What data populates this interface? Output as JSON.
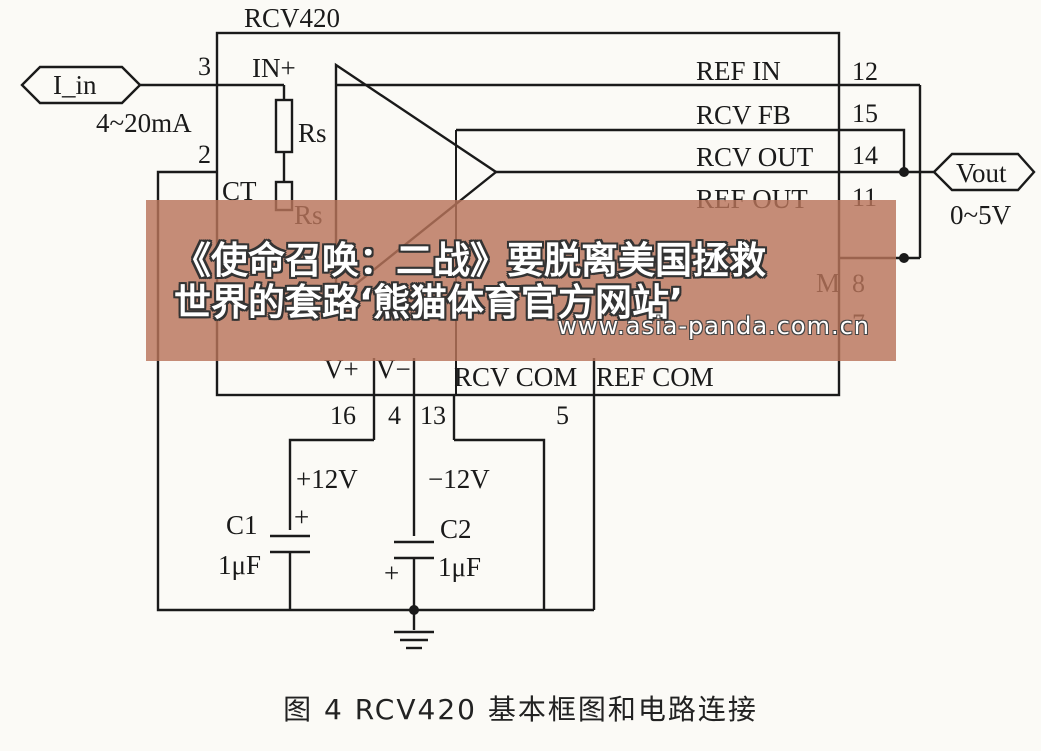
{
  "chip": {
    "name": "RCV420",
    "pins_left": [
      {
        "num": "3",
        "label": "IN+"
      },
      {
        "num": "2",
        "label": ""
      }
    ],
    "labels_inner": {
      "rs_top": "Rs",
      "ct": "CT",
      "rs_bottom": "Rs"
    },
    "pins_right": [
      {
        "num": "12",
        "label": "REF IN"
      },
      {
        "num": "15",
        "label": "RCV FB"
      },
      {
        "num": "14",
        "label": "RCV OUT"
      },
      {
        "num": "11",
        "label": "REF OUT"
      },
      {
        "num": "8",
        "label": "M"
      },
      {
        "num": "7",
        "label": ""
      }
    ],
    "pins_bottom": [
      {
        "num": "16",
        "label": "V+"
      },
      {
        "num": "4",
        "label": "V−"
      },
      {
        "num": "13",
        "label": "RCV  COM"
      },
      {
        "num": "5",
        "label": "REF  COM"
      }
    ]
  },
  "input": {
    "label": "I_in",
    "range": "4~20mA"
  },
  "output": {
    "label": "Vout",
    "range": "0~5V"
  },
  "supply": {
    "pos": "+12V",
    "neg": "−12V"
  },
  "caps": [
    {
      "name": "C1",
      "value": "1μF",
      "polarity": "+"
    },
    {
      "name": "C2",
      "value": "1μF",
      "polarity": "+"
    }
  ],
  "caption": "图 4   RCV420 基本框图和电路连接",
  "watermark": {
    "line1": "《使命召唤：二战》要脱离美国拯救",
    "line2": "世界的套路‘熊猫体育官方网站’",
    "url": "www.asia-panda.com.cn"
  }
}
